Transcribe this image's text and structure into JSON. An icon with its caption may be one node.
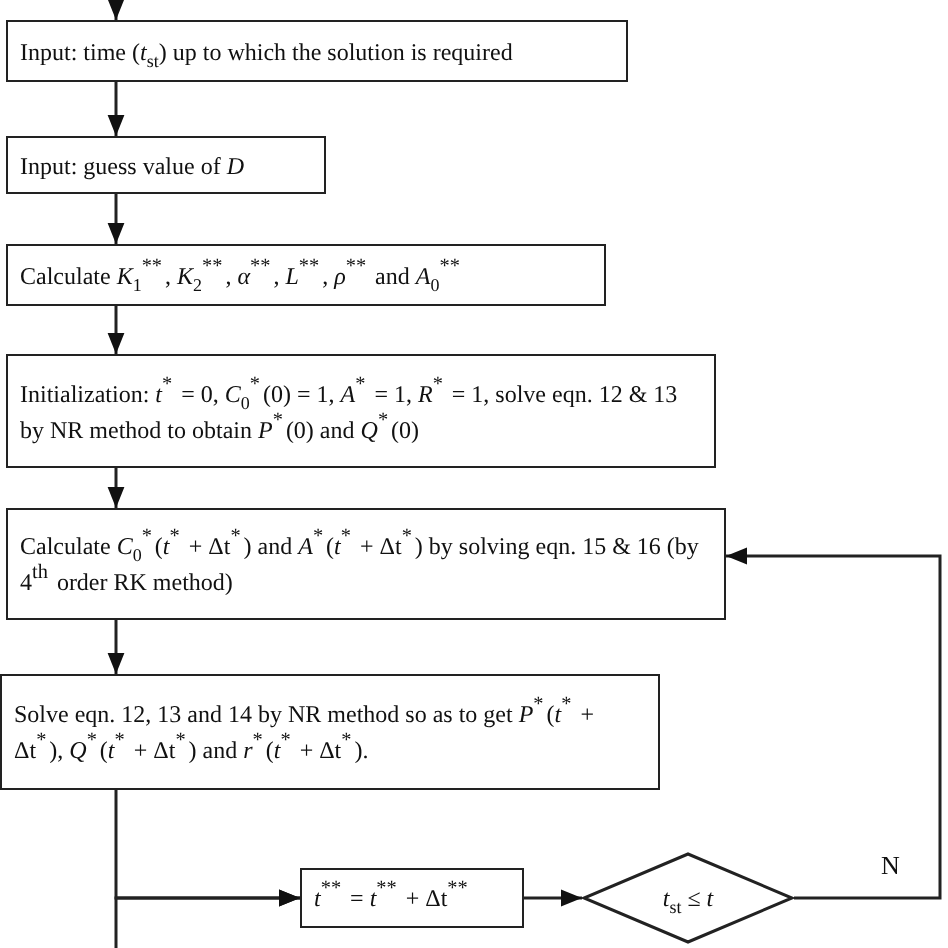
{
  "diagram": {
    "nodes": [
      {
        "text": [
          "Input: time (*t*$_{st}$) up to which the solution is required"
        ]
      },
      {
        "text": [
          "Input: guess value of *D*"
        ]
      },
      {
        "text": [
          "Calculate *K*$_{1}$$^{**}$, *K*$_{2}$$^{**}$, *α*$^{**}$, *L*$^{**}$, *ρ*$^{**}$ and *A*$_{0}$$^{**}$"
        ]
      },
      {
        "text": [
          "Initialization: *t*$^{*}$ = 0, *C*$_{0}$$^{*}$(0) = 1, *A*$^{*}$ = 1, *R*$^{*}$ = 1, solve eqn. 12 & 13 by NR method to obtain *P*$^{*}$(0) and *Q*$^{*}$(0)"
        ]
      },
      {
        "text": [
          "Calculate *C*$_{0}$$^{*}$(*t*$^{*}$ + Δt$^{*}$) and *A*$^{*}$(*t*$^{*}$ + Δt$^{*}$) by solving eqn. 15 & 16 (by 4$^{th}$ order RK method)"
        ]
      },
      {
        "text": [
          "Solve eqn. 12, 13 and 14 by NR method so as to get *P*$^{*}$(*t*$^{*}$ + Δt$^{*}$), *Q*$^{*}$(*t*$^{*}$ + Δt$^{*}$) and *r*$^{*}$(*t*$^{*}$ + Δt$^{*}$)."
        ]
      },
      {
        "text": [
          "*t*$^{**}$ = *t*$^{**}$ + Δt$^{**}$"
        ]
      },
      {
        "text": [
          "*t*$_{st}$ ≤ *t*"
        ]
      }
    ],
    "edges": [
      {
        "from": null,
        "to": 0,
        "arrow": "to"
      },
      {
        "from": 0,
        "to": 1,
        "arrow": "to"
      },
      {
        "from": 1,
        "to": 2,
        "arrow": "to"
      },
      {
        "from": 2,
        "to": 3,
        "arrow": "to"
      },
      {
        "from": 3,
        "to": 4,
        "arrow": "to"
      },
      {
        "from": 4,
        "to": 5,
        "arrow": "to"
      },
      {
        "from": 5,
        "to": 6,
        "arrow": "to"
      },
      {
        "from": null,
        "to": 6,
        "arrow": "to"
      },
      {
        "from": 6,
        "to": 7,
        "arrow": "to"
      },
      {
        "from": 7,
        "to": 4,
        "arrow": "to",
        "label": "N"
      }
    ]
  }
}
